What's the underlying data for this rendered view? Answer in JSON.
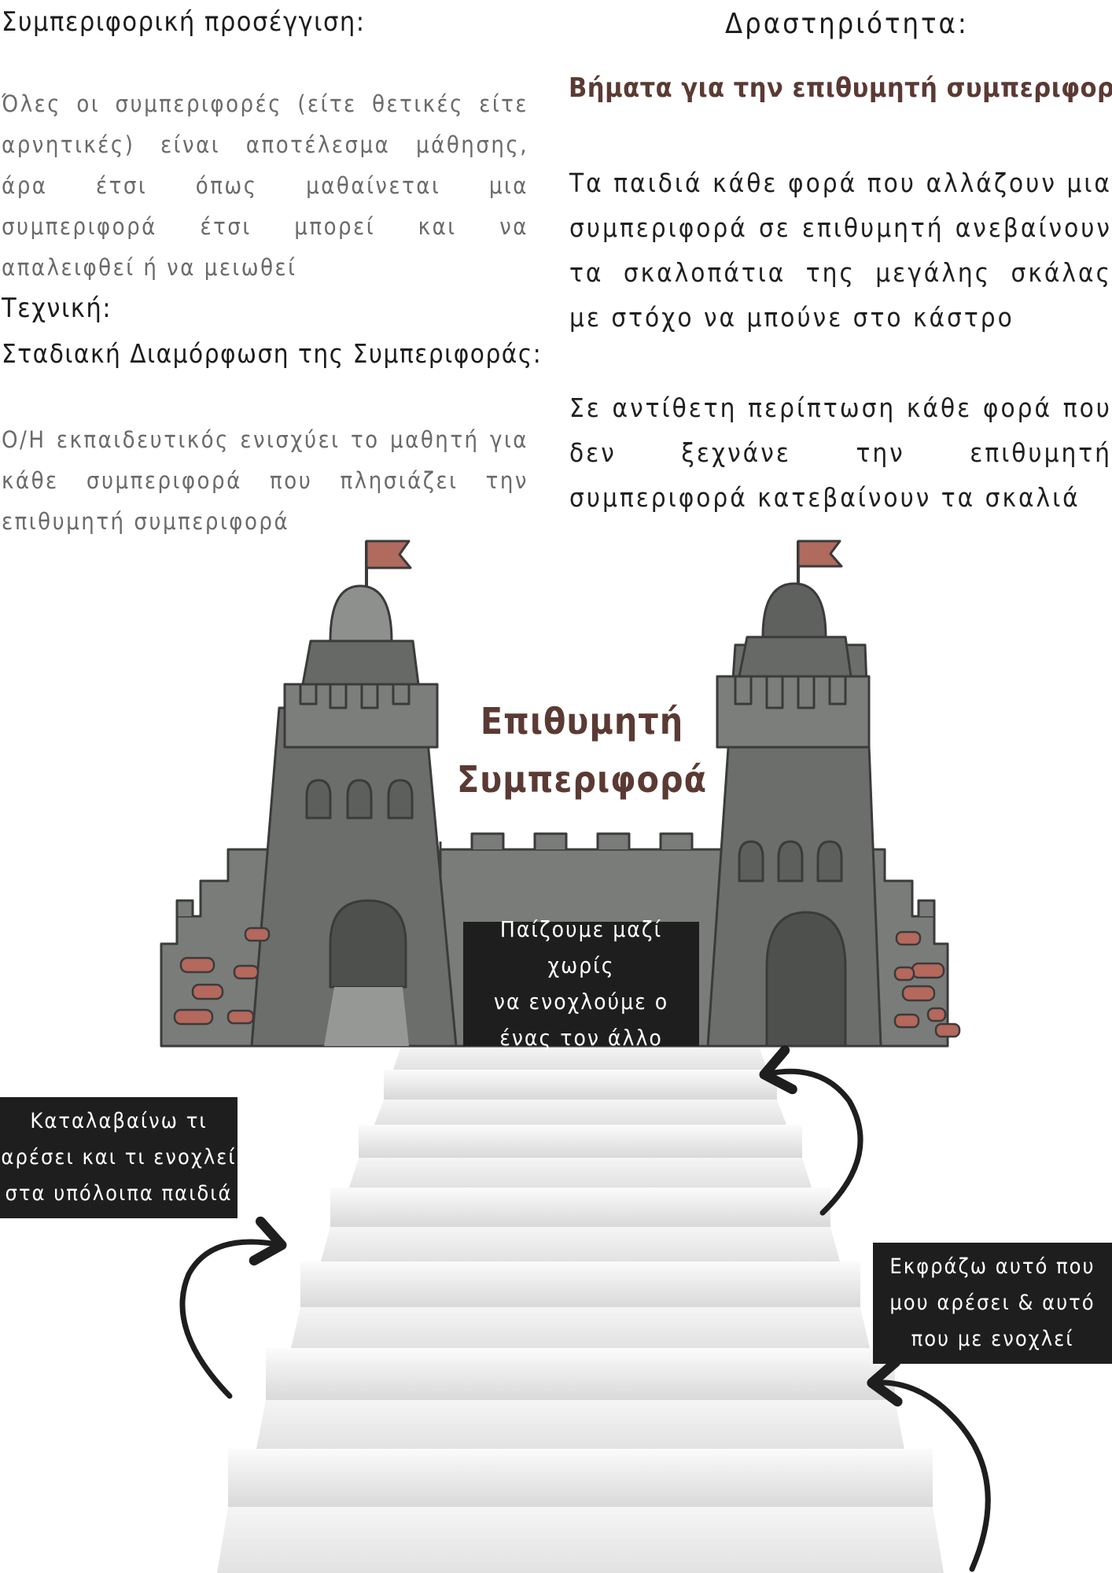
{
  "left": {
    "heading_approach": "Συμπεριφορική προσέγγιση:",
    "approach_text": "Όλες οι συμπεριφορές (είτε θετικές είτε αρνητικές) είναι αποτέλεσμα μάθησης, άρα έτσι όπως μαθαίνεται μια συμπεριφορά έτσι μπορεί και να απαλειφθεί ή να μειωθεί",
    "heading_technique": "Τεχνική:",
    "technique_name": "Σταδιακή Διαμόρφωση της Συμπεριφοράς:",
    "technique_text": "Ο/Η εκπαιδευτικός ενισχύει το μαθητή για κάθε συμπεριφορά που πλησιάζει την επιθυμητή συμπεριφορά"
  },
  "right": {
    "heading_activity": "Δραστηριότητα:",
    "subheading": "Βήματα για την επιθυμητή συμπεριφορά",
    "paragraph1": "Τα παιδιά κάθε φορά που αλλάζουν μια συμπεριφορά σε επιθυμητή ανεβαίνουν τα σκαλοπάτια της μεγάλης σκάλας με στόχο να μπούνε στο κάστρο",
    "paragraph2": "Σε αντίθετη περίπτωση κάθε φορά που δεν ξεχνάνε την επιθυμητή συμπεριφορά κατεβαίνουν τα σκαλιά"
  },
  "castle": {
    "title_line1": "Επιθυμητή",
    "title_line2": "Συμπεριφορά"
  },
  "steps": {
    "step1": [
      "Εκφράζω αυτό που",
      "μου αρέσει & αυτό",
      "που με ενοχλεί"
    ],
    "step2": [
      "Καταλαβαίνω τι",
      "αρέσει και τι ενοχλεί",
      "στα υπόλοιπα παιδιά"
    ],
    "step3": [
      "Παίζουμε μαζί χωρίς",
      "να ενοχλούμε ο",
      "ένας τον άλλο"
    ]
  },
  "colors": {
    "accent": "#5b3a34",
    "castle_stone": "#7a7c79",
    "castle_dark": "#595b5a",
    "flag": "#b06a5e",
    "brick": "#b5685c",
    "box_bg": "#1e1e1e"
  },
  "icons": [
    "flag-icon",
    "arrow-icon"
  ]
}
